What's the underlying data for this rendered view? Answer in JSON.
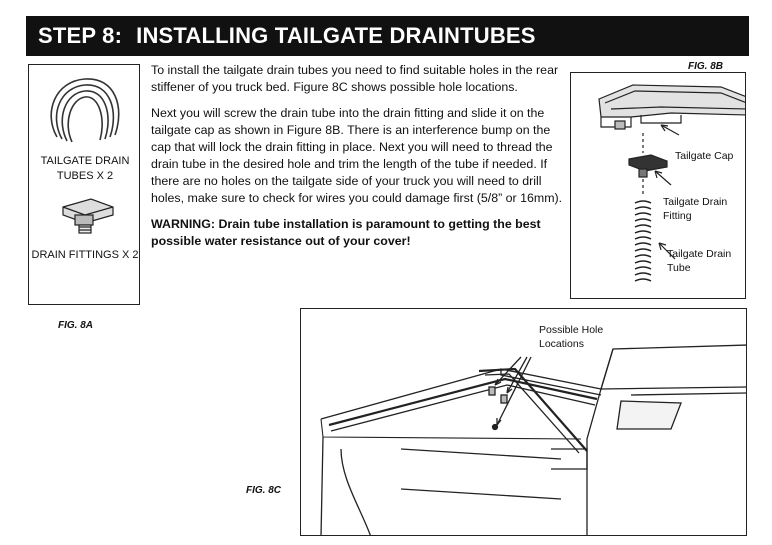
{
  "header": {
    "step": "STEP 8:",
    "title": "INSTALLING TAILGATE DRAINTUBES"
  },
  "fig8a": {
    "caption": "FIG. 8A",
    "tubes_label": "TAILGATE DRAIN TUBES X 2",
    "fittings_label": "DRAIN FITTINGS X 2",
    "icons": [
      "coiled-tube-icon",
      "drain-fitting-icon"
    ]
  },
  "instructions": {
    "paragraph1": "To install the tailgate drain tubes you need to find suitable holes in the rear stiffener of you truck bed. Figure 8C shows possible hole locations.",
    "paragraph2": "Next you will screw the drain tube into the drain fitting and slide it on the tailgate cap as shown in Figure 8B. There is an interference bump on the cap that will lock the drain fitting in place. Next you will need to thread the drain tube in the desired hole and trim the length of the tube if needed. If there are no holes on the tailgate side of your truck you will need to drill holes, make sure to check for wires you could damage first (5/8” or 16mm).",
    "warning": "WARNING: Drain tube installation is paramount to getting the best possible water resistance out of your cover!"
  },
  "fig8b": {
    "caption": "FIG. 8B",
    "labels": {
      "cap": "Tailgate Cap",
      "fitting": "Tailgate Drain Fitting",
      "tube": "Tailgate Drain Tube"
    }
  },
  "fig8c": {
    "caption": "FIG. 8C",
    "holes_label": "Possible Hole Locations"
  }
}
